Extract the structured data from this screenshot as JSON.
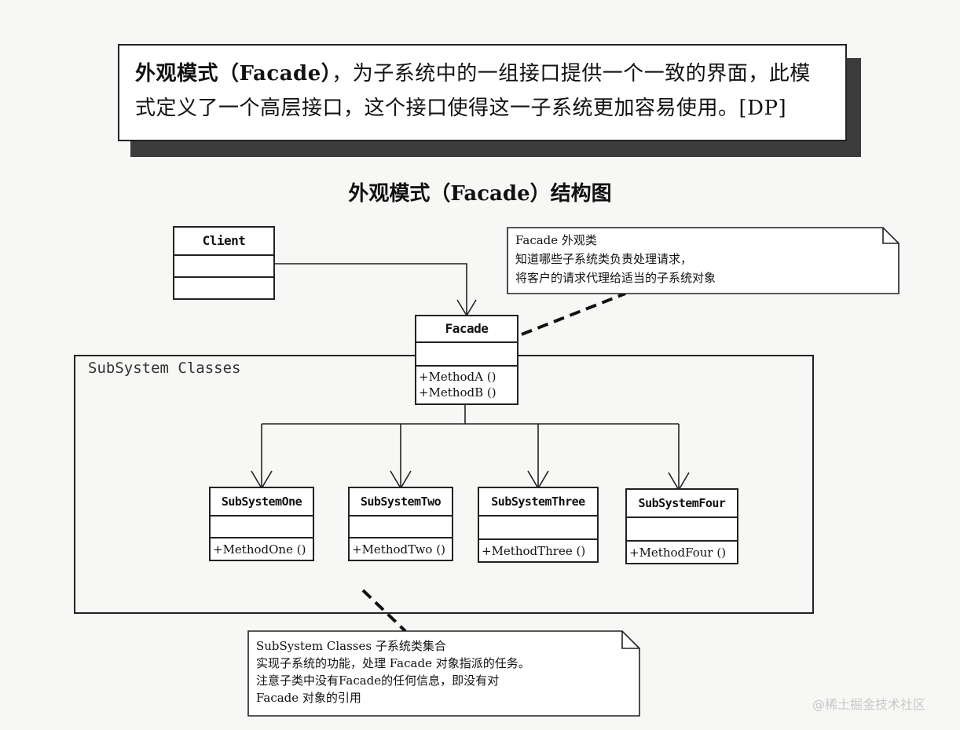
{
  "definition": {
    "term": "外观模式（Facade）",
    "rest_line1": "，为子系统中的一组接口提供一个一致的界面，此模",
    "line2": "式定义了一个高层接口，这个接口使得这一子系统更加容易使用。[DP]"
  },
  "diagram_title": "外观模式（Facade）结构图",
  "classes": {
    "client": {
      "name": "Client"
    },
    "facade": {
      "name": "Facade",
      "op_a": "+MethodA ()",
      "op_b": "+MethodB ()"
    },
    "sub_one": {
      "name": "SubSystemOne",
      "op": "+MethodOne ()"
    },
    "sub_two": {
      "name": "SubSystemTwo",
      "op": "+MethodTwo ()"
    },
    "sub_three": {
      "name": "SubSystemThree",
      "op": "+MethodThree ()"
    },
    "sub_four": {
      "name": "SubSystemFour",
      "op": "+MethodFour ()"
    }
  },
  "package": {
    "label": "SubSystem Classes"
  },
  "notes": {
    "facade_note": {
      "line1": "Facade  外观类",
      "line2": "知道哪些子系统类负责处理请求，",
      "line3": "将客户的请求代理给适当的子系统对象"
    },
    "subsystem_note": {
      "line1": "SubSystem Classes   子系统类集合",
      "line2": "实现子系统的功能，处理 Facade 对象指派的任务。",
      "line3": "注意子类中没有Facade的任何信息，即没有对",
      "line4": "Facade 对象的引用"
    }
  },
  "watermark": "@稀土掘金技术社区"
}
